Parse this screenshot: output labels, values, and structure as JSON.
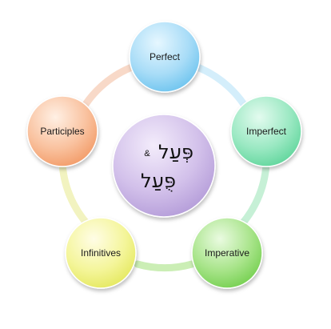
{
  "center": {
    "line1": "פְּעַל",
    "amp": "&",
    "line2": "פֻּעַל"
  },
  "nodes": [
    {
      "id": "perfect",
      "label": "Perfect",
      "color": "#8fd4f5"
    },
    {
      "id": "imperfect",
      "label": "Imperfect",
      "color": "#8ee6b8"
    },
    {
      "id": "imperative",
      "label": "Imperative",
      "color": "#9fe07a"
    },
    {
      "id": "infinitives",
      "label": "Infinitives",
      "color": "#f1f489"
    },
    {
      "id": "participles",
      "label": "Participles",
      "color": "#f7b48b"
    }
  ],
  "center_color": "#c9b5e3"
}
